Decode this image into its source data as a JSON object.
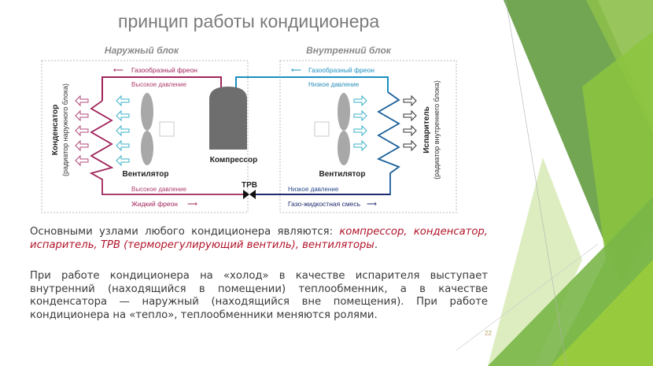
{
  "slide": {
    "title": "принцип работы кондиционера",
    "page_number": "22",
    "colors": {
      "hot_line": "#a0245a",
      "cold_line": "#1b8fc0",
      "liquid_line_cold": "#1f2a6e",
      "highlight_text": "#b0142a",
      "theme_green_dark": "#5a9a3c",
      "theme_green_light": "#8cc63f"
    }
  },
  "diagram": {
    "outdoor_unit": {
      "label": "Наружный блок",
      "condenser_label": "Конденсатор",
      "condenser_sublabel": "(радиатор наружного блока)",
      "top_line_label": "Газообразный фреон",
      "top_pressure_label": "Высокое давление",
      "bottom_pressure_label": "Высокое давление",
      "bottom_line_label": "Жидкий фреон",
      "fan_label": "Вентилятор",
      "compressor_label": "Компрессор",
      "valve_label": "ТРВ"
    },
    "indoor_unit": {
      "label": "Внутренний блок",
      "evaporator_label": "Испаритель",
      "evaporator_sublabel": "(радиатор внутреннего блока)",
      "top_line_label": "Газообразный фреон",
      "top_pressure_label": "Низкое давление",
      "bottom_pressure_label": "Низкое давление",
      "bottom_line_label": "Газо-жидкостная смесь",
      "fan_label": "Вентилятор"
    }
  },
  "body": {
    "p1_intro": "Основными узлами любого кондиционера являются: ",
    "p1_highlight": "компрессор, конденсатор, испаритель, ТРВ (терморегулирующий вентиль), вентиляторы",
    "p1_end": ".",
    "p2": "При работе кондиционера на «холод» в качестве испарителя выступает внутренний (находящийся в помещении) теплообменник, а в качестве конденсатора — наружный (находящийся вне помещения). При работе кондиционера на «тепло», теплообменники меняются ролями."
  }
}
